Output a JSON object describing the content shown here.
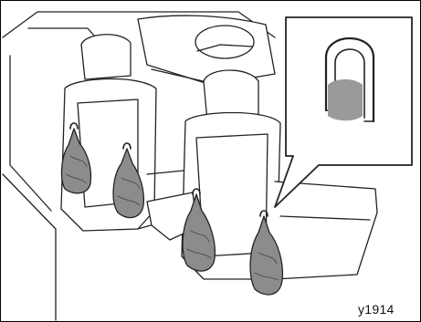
{
  "figure": {
    "code_label": "y1914",
    "subject": "bag-hooks-on-seatbacks",
    "callout": "hook-detail-inset",
    "bag_count": 4
  }
}
